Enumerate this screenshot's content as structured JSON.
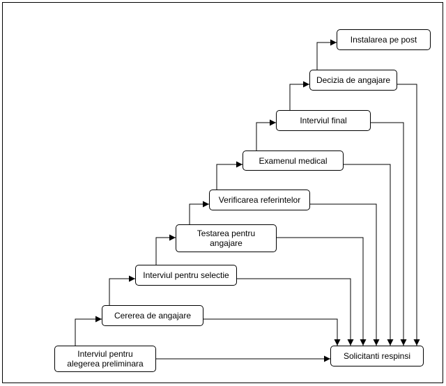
{
  "diagram": {
    "steps": [
      {
        "id": "s1",
        "label": "Interviul pentru\nalegerea preliminara"
      },
      {
        "id": "s2",
        "label": "Cererea de angajare"
      },
      {
        "id": "s3",
        "label": "Interviul pentru selectie"
      },
      {
        "id": "s4",
        "label": "Testarea pentru\nangajare"
      },
      {
        "id": "s5",
        "label": "Verificarea referintelor"
      },
      {
        "id": "s6",
        "label": "Examenul medical"
      },
      {
        "id": "s7",
        "label": "Interviul final"
      },
      {
        "id": "s8",
        "label": "Decizia de angajare"
      },
      {
        "id": "s9",
        "label": "Instalarea pe post"
      }
    ],
    "rejected": {
      "id": "rej",
      "label": "Solicitanti respinsi"
    }
  }
}
